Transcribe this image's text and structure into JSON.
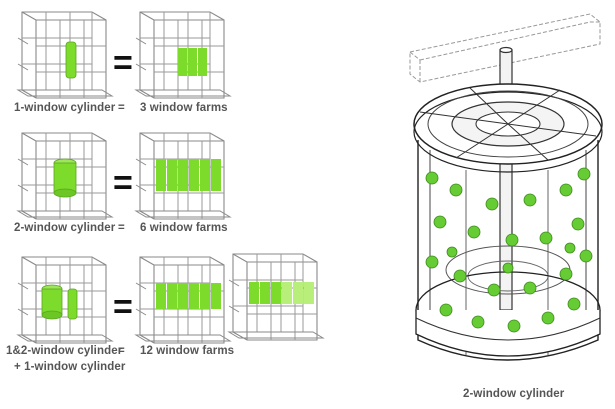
{
  "rows": [
    {
      "left": "1-window cylinder",
      "eq": "=",
      "right": "3 window farms",
      "equals_sign": "="
    },
    {
      "left": "2-window cylinder",
      "eq": "=",
      "right": "6 window farms",
      "equals_sign": "="
    },
    {
      "left": "1&2-window cylinder",
      "eq": "=",
      "right": "12 window farms",
      "left_line2": "+ 1-window cylinder",
      "equals_sign": "="
    }
  ],
  "caption": "2-window cylinder",
  "colors": {
    "green": "#7ddb2c",
    "green_light": "#b8ee7a",
    "frame": "#888888",
    "plant": "#66cc33"
  }
}
